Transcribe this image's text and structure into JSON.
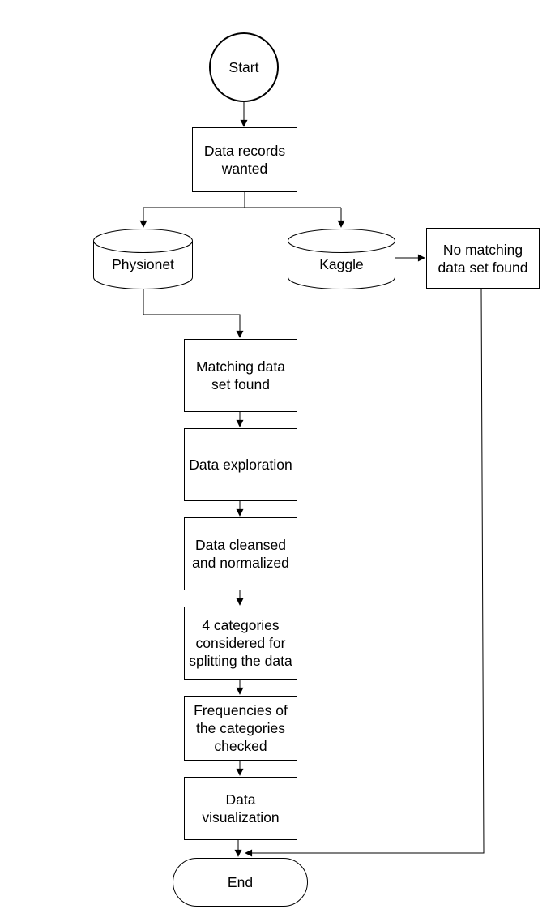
{
  "diagram": {
    "type": "flowchart",
    "colors": {
      "stroke": "#000000",
      "fill": "#ffffff",
      "text": "#000000",
      "background": "#ffffff"
    },
    "nodes": {
      "start": {
        "label": "Start",
        "shape": "circle"
      },
      "data_records": {
        "label": "Data records\nwanted",
        "shape": "process"
      },
      "physionet": {
        "label": "Physionet",
        "shape": "database"
      },
      "kaggle": {
        "label": "Kaggle",
        "shape": "database"
      },
      "no_matching": {
        "label": "No matching\ndata set found",
        "shape": "process"
      },
      "matching": {
        "label": "Matching data\nset found",
        "shape": "process"
      },
      "exploration": {
        "label": "Data exploration",
        "shape": "process"
      },
      "cleansed": {
        "label": "Data cleansed\nand normalized",
        "shape": "process"
      },
      "categories": {
        "label": "4 categories\nconsidered for\nsplitting the data",
        "shape": "process"
      },
      "frequencies": {
        "label": "Frequencies of\nthe categories\nchecked",
        "shape": "process"
      },
      "visualization": {
        "label": "Data\nvisualization",
        "shape": "process"
      },
      "end": {
        "label": "End",
        "shape": "terminator"
      }
    },
    "edges": [
      {
        "from": "start",
        "to": "data_records"
      },
      {
        "from": "data_records",
        "to": "physionet"
      },
      {
        "from": "data_records",
        "to": "kaggle"
      },
      {
        "from": "kaggle",
        "to": "no_matching"
      },
      {
        "from": "physionet",
        "to": "matching"
      },
      {
        "from": "matching",
        "to": "exploration"
      },
      {
        "from": "exploration",
        "to": "cleansed"
      },
      {
        "from": "cleansed",
        "to": "categories"
      },
      {
        "from": "categories",
        "to": "frequencies"
      },
      {
        "from": "frequencies",
        "to": "visualization"
      },
      {
        "from": "visualization",
        "to": "end"
      },
      {
        "from": "no_matching",
        "to": "end"
      }
    ]
  }
}
